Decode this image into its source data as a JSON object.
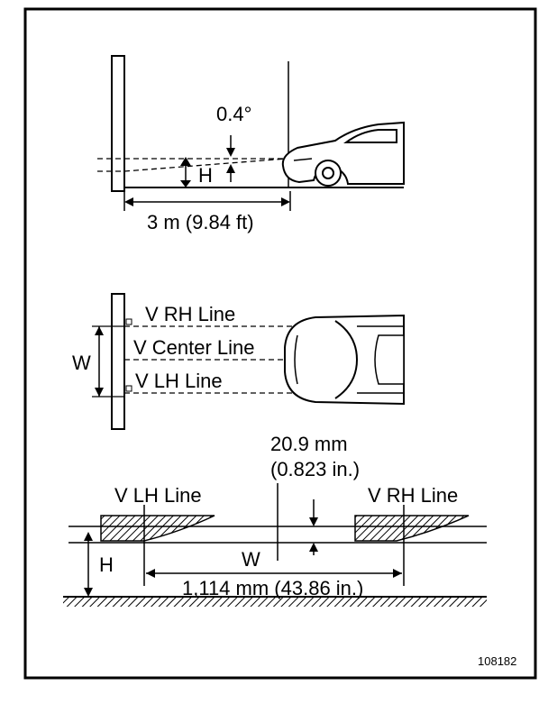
{
  "top_view": {
    "angle_label": "0.4°",
    "height_label": "H",
    "distance_label": "3 m (9.84 ft)"
  },
  "plan_view": {
    "width_label": "W",
    "rh_line": "V RH Line",
    "center_line": "V Center Line",
    "lh_line": "V LH Line"
  },
  "screen_view": {
    "offset_line1": "20.9 mm",
    "offset_line2": "(0.823 in.)",
    "lh_line": "V LH Line",
    "rh_line": "V RH Line",
    "height_label": "H",
    "width_label": "W",
    "width_value": "1,114 mm (43.86 in.)"
  },
  "figure_id": "108182"
}
